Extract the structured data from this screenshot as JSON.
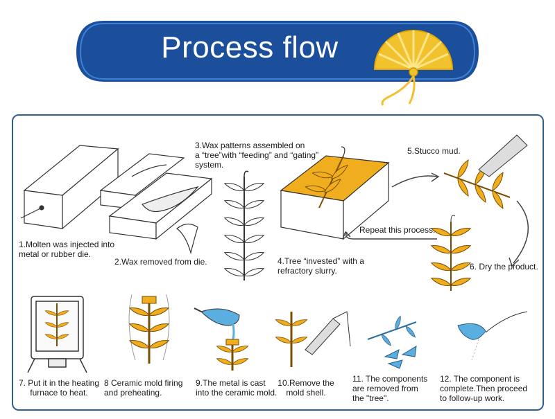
{
  "title": "Process flow",
  "colors": {
    "banner_blue": "#1b4f9c",
    "banner_gold": "#f2c12e",
    "wax_gold": "#f0ad1e",
    "frame_blue": "#2f5f8f",
    "slurry_blue": "#5aaee0"
  },
  "steps": [
    {
      "line1": "1.Molten was injected into",
      "line2": "metal or rubber die."
    },
    {
      "line1": "2.Wax removed from die."
    },
    {
      "line1": "3.Wax patterns assembled on",
      "line2": "a “tree”with “feeding” and “gating”",
      "line3": "system."
    },
    {
      "line1": "4.Tree “invested” with a",
      "line2": "refractory slurry."
    },
    {
      "line1": "5.Stucco mud."
    },
    {
      "line1": "6. Dry the product."
    },
    {
      "line1": "7. Put it in the heating",
      "line2": "furnace to heat."
    },
    {
      "line1": "8 Ceramic mold firing",
      "line2": "and preheating."
    },
    {
      "line1": "9.The metal is cast",
      "line2": "into the ceramic mold."
    },
    {
      "line1": "10.Remove the",
      "line2": "mold shell."
    },
    {
      "line1": "11. The components",
      "line2": "are removed from",
      "line3": "the \"tree\"."
    },
    {
      "line1": "12. The component is",
      "line2": "complete.Then proceed",
      "line3": "to follow-up work."
    }
  ],
  "repeat_label": "Repeat this process."
}
